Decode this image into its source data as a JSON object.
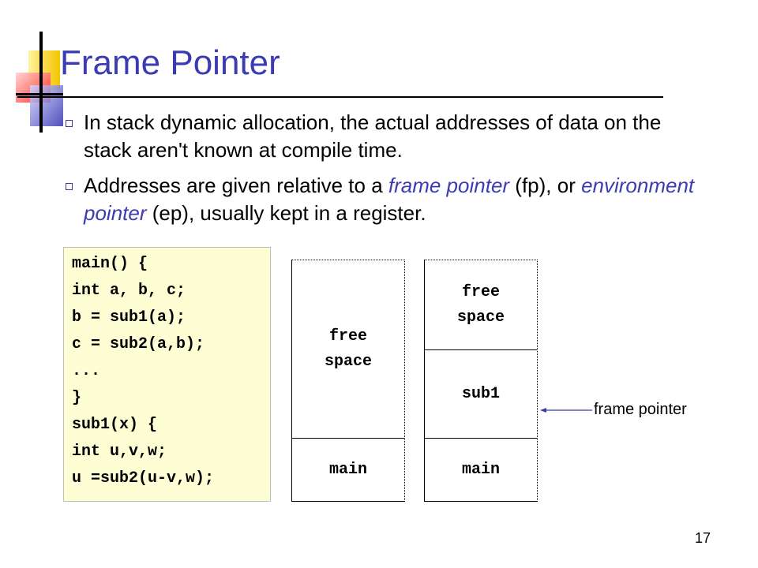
{
  "slide": {
    "title": "Frame Pointer",
    "page_number": "17"
  },
  "bullets": [
    {
      "text": "In stack dynamic allocation, the actual addresses of data on the stack aren't known at compile time."
    },
    {
      "pre": "Addresses are given relative to a ",
      "em1": "frame pointer",
      "mid": " (fp), or ",
      "em2": "environment pointer",
      "post": " (ep), usually kept in a register."
    }
  ],
  "code": [
    "main() {",
    "int a, b, c;",
    "b = sub1(a);",
    "c = sub2(a,b);",
    "...",
    "}",
    "sub1(x) {",
    "int u,v,w;",
    "u =sub2(u-v,w);"
  ],
  "stack1": {
    "free_space": "free\nspace",
    "main": "main"
  },
  "stack2": {
    "free_space": "free\nspace",
    "sub1": "sub1",
    "main": "main"
  },
  "frame_pointer_label": "frame pointer",
  "colors": {
    "title": "#3b3bb3",
    "code_bg": "#fefed4"
  }
}
